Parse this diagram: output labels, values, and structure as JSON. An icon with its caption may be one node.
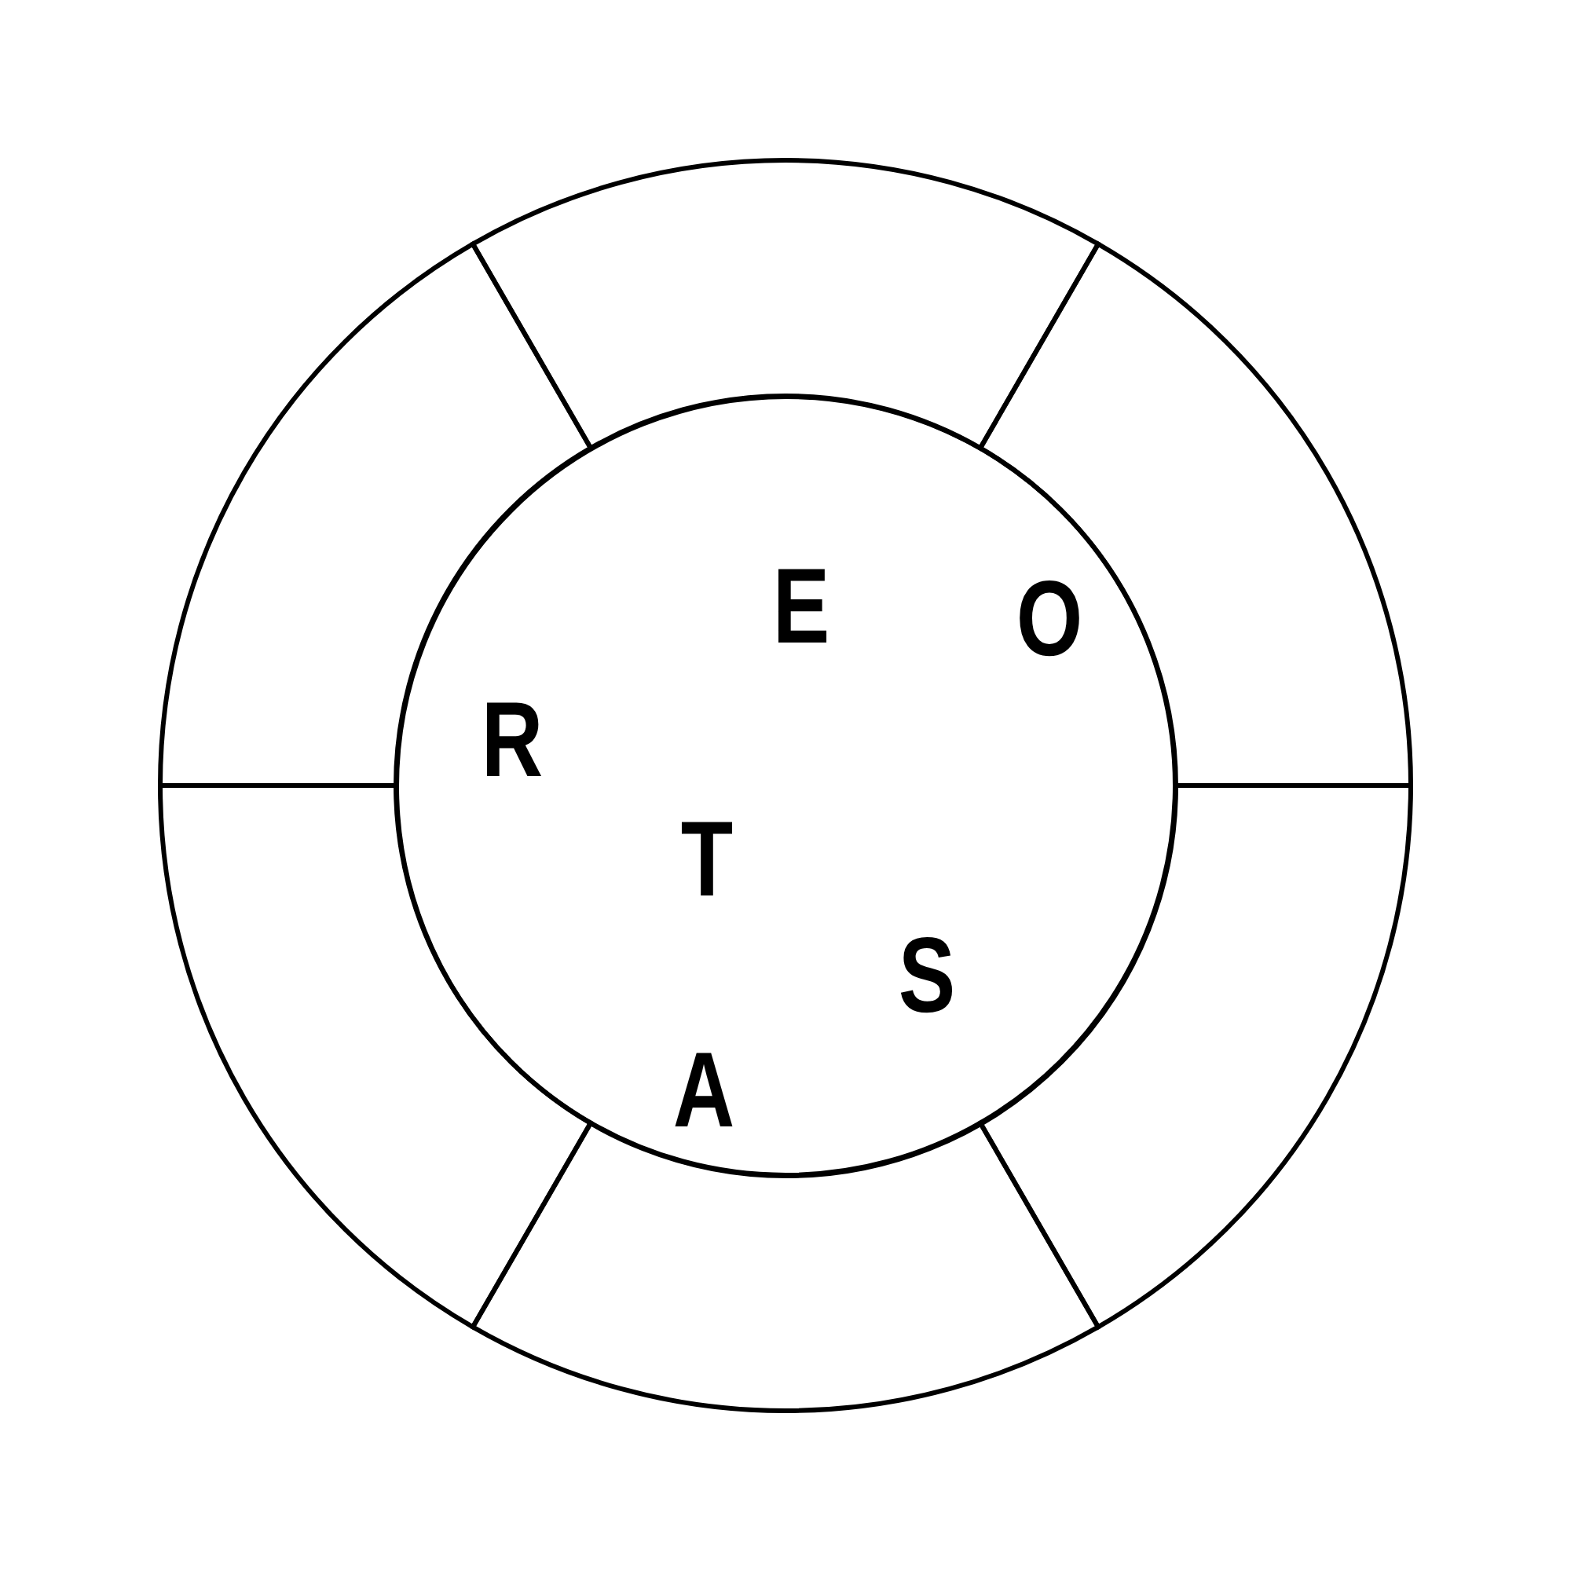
{
  "diagram": {
    "nodes": [
      {
        "text": [],
        "shape": "segment"
      },
      {
        "text": [],
        "shape": "segment"
      },
      {
        "text": [],
        "shape": "segment"
      },
      {
        "text": [],
        "shape": "segment"
      },
      {
        "text": [],
        "shape": "segment"
      },
      {
        "text": [],
        "shape": "segment"
      },
      {
        "text": [
          "E",
          "O",
          "R",
          "T",
          "S",
          "A"
        ]
      }
    ]
  }
}
